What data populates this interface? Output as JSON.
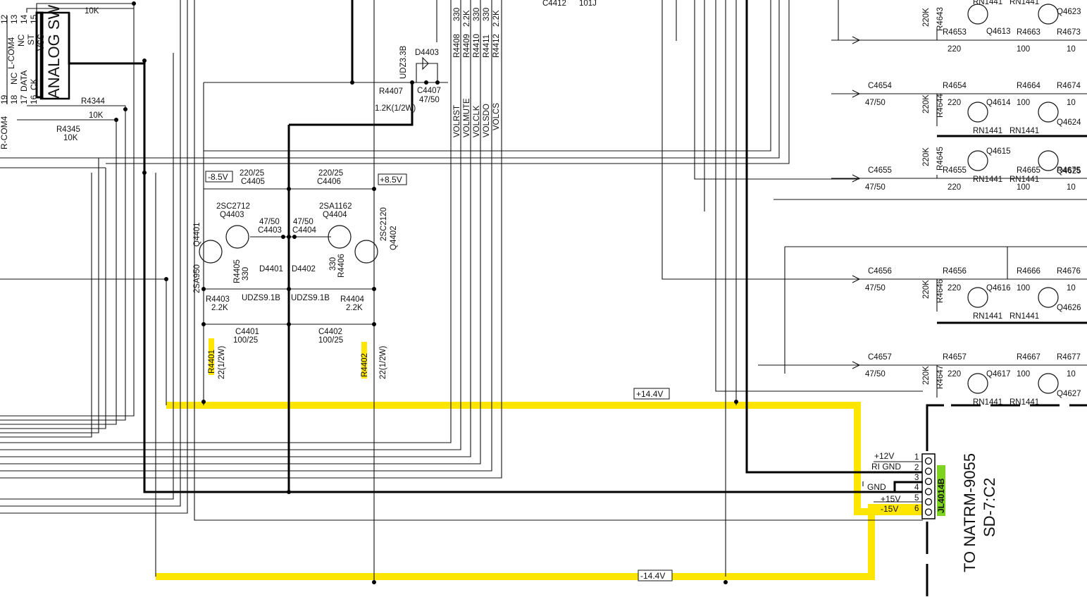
{
  "ic": {
    "name": "ANALOG SW",
    "pins_top": [
      {
        "num": "12",
        "name": "L-COM4"
      },
      {
        "num": "13",
        "name": "NC"
      },
      {
        "num": "14",
        "name": "ST"
      },
      {
        "num": "15",
        "name": "VSS"
      }
    ],
    "pins_bottom": [
      {
        "num": "19",
        "name": "R-COM4"
      },
      {
        "num": "18",
        "name": "NC"
      },
      {
        "num": "17",
        "name": "DATA"
      },
      {
        "num": "16",
        "name": "CK"
      }
    ]
  },
  "rails": {
    "pos144": "+14.4V",
    "neg144": "-14.4V",
    "neg85": "-8.5V",
    "pos85": "+8.5V"
  },
  "signals": [
    "VOLRST",
    "VOLMUTE",
    "VOLCLK",
    "VOLSDO",
    "VOLCS"
  ],
  "resistors": {
    "r_top_10k": {
      "value": "10K"
    },
    "r4344": {
      "ref": "R4344",
      "value": "10K"
    },
    "r4345": {
      "ref": "R4345",
      "value": "10K"
    },
    "r4407": {
      "ref": "R4407",
      "value": "1.2K(1/2W)"
    },
    "r4403": {
      "ref": "R4403",
      "value": "2.2K"
    },
    "r4404": {
      "ref": "R4404",
      "value": "2.2K"
    },
    "r4405": {
      "ref": "R4405",
      "value": "330"
    },
    "r4406": {
      "ref": "R4406",
      "value": "330"
    },
    "r4401": {
      "ref": "R4401",
      "value": "22(1/2W)"
    },
    "r4402": {
      "ref": "R4402",
      "value": "22(1/2W)"
    },
    "r_array": [
      {
        "ref": "R4408",
        "value": "330"
      },
      {
        "ref": "R4409",
        "value": "2.2K"
      },
      {
        "ref": "R4410",
        "value": "330"
      },
      {
        "ref": "R4411",
        "value": "330"
      },
      {
        "ref": "R4412",
        "value": "2.2K"
      }
    ]
  },
  "capacitors": {
    "c4412": {
      "ref": "C4412",
      "value": "101J"
    },
    "c4407": {
      "ref": "C4407",
      "value": "47/50"
    },
    "c4405": {
      "ref": "C4405",
      "value": "220/25"
    },
    "c4406": {
      "ref": "C4406",
      "value": "220/25"
    },
    "c4403": {
      "ref": "C4403",
      "value": "47/50"
    },
    "c4404": {
      "ref": "C4404",
      "value": "47/50"
    },
    "c4401": {
      "ref": "C4401",
      "value": "100/25"
    },
    "c4402": {
      "ref": "C4402",
      "value": "100/25"
    }
  },
  "diodes": {
    "udz33b": "UDZ3.3B",
    "d4403": "D4403",
    "d4401": "D4401",
    "d4402": "D4402",
    "udzs91b_1": "UDZS9.1B",
    "udzs91b_2": "UDZS9.1B"
  },
  "transistors": {
    "q4401": {
      "ref": "Q4401",
      "part": "2SA950"
    },
    "q4403": {
      "ref": "Q4403",
      "part": "2SC2712"
    },
    "q4404": {
      "ref": "Q4404",
      "part": "2SA1162"
    },
    "q4402": {
      "ref": "Q4402",
      "part": "2SC2120"
    }
  },
  "right_stages": [
    {
      "cap": "",
      "cap_val": "",
      "r_in": "R4653",
      "r_in_val": "220",
      "r_out": "R4663",
      "r_out_val": "100",
      "r_end": "R4673",
      "r_end_val": "10",
      "r_bias": "R4643",
      "r_bias_val": "220K",
      "q_a": "Q4613",
      "q_b": "Q4623"
    },
    {
      "cap": "C4654",
      "cap_val": "47/50",
      "r_in": "R4654",
      "r_in_val": "220",
      "r_out": "R4664",
      "r_out_val": "100",
      "r_end": "R4674",
      "r_end_val": "10",
      "r_bias": "R4644",
      "r_bias_val": "220K",
      "q_a": "Q4614",
      "q_b": "Q4624"
    },
    {
      "cap": "C4655",
      "cap_val": "47/50",
      "r_in": "R4655",
      "r_in_val": "220",
      "r_out": "R4665",
      "r_out_val": "100",
      "r_end": "R4675",
      "r_end_val": "10",
      "r_bias": "R4645",
      "r_bias_val": "220K",
      "q_a": "Q4615",
      "q_b": "Q4625"
    },
    {
      "cap": "C4656",
      "cap_val": "47/50",
      "r_in": "R4656",
      "r_in_val": "220",
      "r_out": "R4666",
      "r_out_val": "100",
      "r_end": "R4676",
      "r_end_val": "10",
      "r_bias": "R4646",
      "r_bias_val": "220K",
      "q_a": "Q4616",
      "q_b": "Q4626"
    },
    {
      "cap": "C4657",
      "cap_val": "47/50",
      "r_in": "R4657",
      "r_in_val": "220",
      "r_out": "R4667",
      "r_out_val": "100",
      "r_end": "R4677",
      "r_end_val": "10",
      "r_bias": "R4647",
      "r_bias_val": "220K",
      "q_a": "Q4617",
      "q_b": "Q4627"
    }
  ],
  "rn_label": "RN1441",
  "connector": {
    "ref": "JL4014B",
    "pins": [
      {
        "num": "1",
        "label": "+12V"
      },
      {
        "num": "2",
        "label": "RI GND"
      },
      {
        "num": "3",
        "label": ""
      },
      {
        "num": "4",
        "label": "GND"
      },
      {
        "num": "5",
        "label": "+15V"
      },
      {
        "num": "6",
        "label": "-15V"
      }
    ],
    "destination_line1": "TO NATRM-9055",
    "destination_line2": "SD-7:C2"
  },
  "colors": {
    "highlight_yellow": "#ffe600",
    "connector_green": "#7ed321",
    "wire": "#111111"
  }
}
